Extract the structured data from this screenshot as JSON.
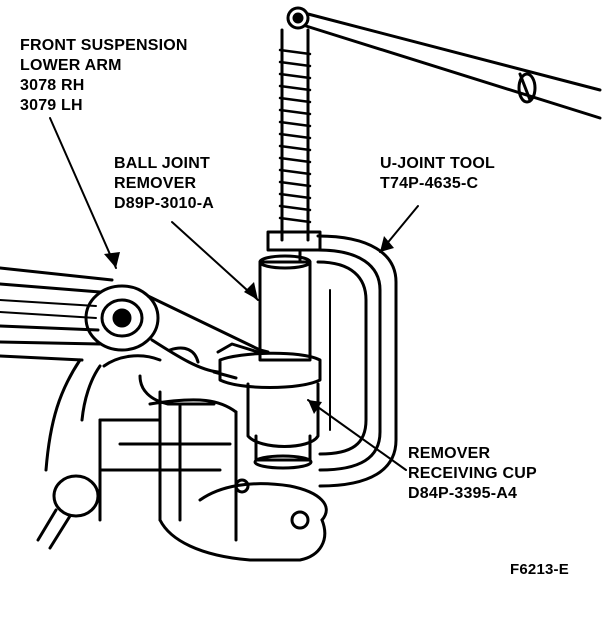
{
  "labels": {
    "lower_arm": {
      "line1": "FRONT SUSPENSION",
      "line2": "LOWER ARM",
      "line3": "3078 RH",
      "line4": "3079 LH"
    },
    "ball_joint_remover": {
      "line1": "BALL JOINT",
      "line2": "REMOVER",
      "line3": "D89P-3010-A"
    },
    "u_joint_tool": {
      "line1": "U-JOINT TOOL",
      "line2": "T74P-4635-C"
    },
    "receiving_cup": {
      "line1": "REMOVER",
      "line2": "RECEIVING CUP",
      "line3": "D84P-3395-A4"
    },
    "figure_id": "F6213-E"
  },
  "colors": {
    "ink": "#000000",
    "paper": "#ffffff"
  }
}
